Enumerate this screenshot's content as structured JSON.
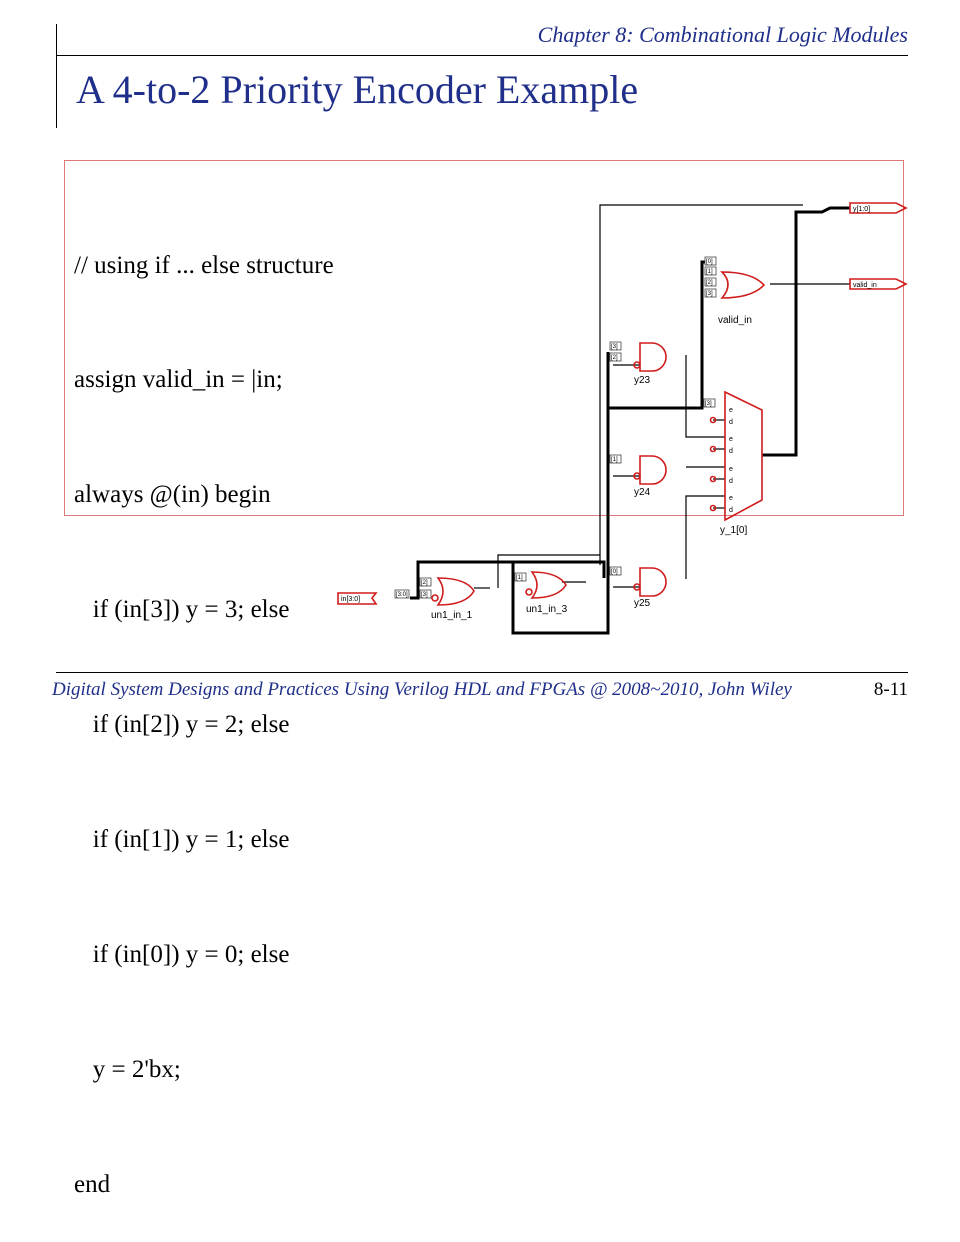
{
  "header": {
    "chapter": "Chapter 8: Combinational Logic Modules"
  },
  "slide": {
    "title": "A 4-to-2 Priority Encoder Example"
  },
  "code": {
    "lines": [
      "// using if ... else structure",
      "assign valid_in = |in;",
      "always @(in) begin",
      "   if (in[3]) y = 3; else",
      "   if (in[2]) y = 2; else",
      "   if (in[1]) y = 1; else",
      "   if (in[0]) y = 0; else",
      "   y = 2'bx;",
      "end"
    ]
  },
  "schematic": {
    "ports": {
      "input": "in[3:0]",
      "output_y": "y[1:0]",
      "output_valid": "valid_in"
    },
    "gates": {
      "un1_in_1": "un1_in_1",
      "un1_in_3": "un1_in_3",
      "valid_in": "valid_in",
      "y23": "y23",
      "y24": "y24",
      "y25": "y25",
      "mux": "y_1[0]"
    },
    "pin_labels": {
      "bus": "[3:0]",
      "b0": "[0]",
      "b1": "[1]",
      "b2": "[2]",
      "b3": "[3]"
    },
    "mux_pins": [
      "e",
      "d"
    ],
    "colors": {
      "gate": "#d01c1c",
      "wire": "#000000",
      "frame": "#e07a7a"
    }
  },
  "footer": {
    "text": "Digital System Designs and Practices Using Verilog HDL and FPGAs @ 2008~2010, John Wiley",
    "page": "8-11"
  }
}
